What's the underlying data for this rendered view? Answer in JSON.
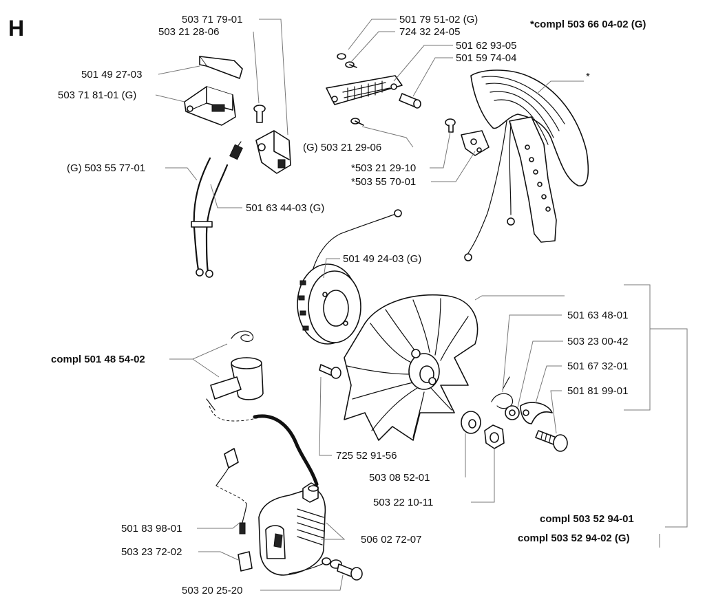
{
  "section_letter": "H",
  "labels": {
    "p5037179": "503 71 79-01",
    "p5032128": "503 21 28-06",
    "p5014927": "501 49 27-03",
    "p5037181": "503 71 81-01 (G)",
    "p5035577": "(G) 503 55 77-01",
    "p5016344": "501 63 44-03 (G)",
    "p5017951": "501 79 51-02 (G)",
    "p7243224": "724 32 24-05",
    "p5016293": "501 62 93-05",
    "p5015974": "501 59 74-04",
    "p5032129g": "(G) 503 21 29-06",
    "p5032129s": "*503 21 29-10",
    "p5035570": "*503 55 70-01",
    "compl50366": "*compl 503 66 04-02 (G)",
    "star": "*",
    "p5014924": "501 49 24-03 (G)",
    "compl50148": "compl 501 48 54-02",
    "p5016348": "501 63 48-01",
    "p5032300": "503 23 00-42",
    "p5016732": "501 67 32-01",
    "p5018199": "501 81 99-01",
    "p7255291": "725 52 91-56",
    "p5030852": "503 08 52-01",
    "p5032210": "503 22 10-11",
    "compl50352_1": "compl 503 52 94-01",
    "compl50352_2": "compl 503 52 94-02 (G)",
    "p5018398": "501 83 98-01",
    "p5060272": "506 02 72-07",
    "p5032372": "503 23 72-02",
    "p5032025": "503 20 25-20"
  }
}
